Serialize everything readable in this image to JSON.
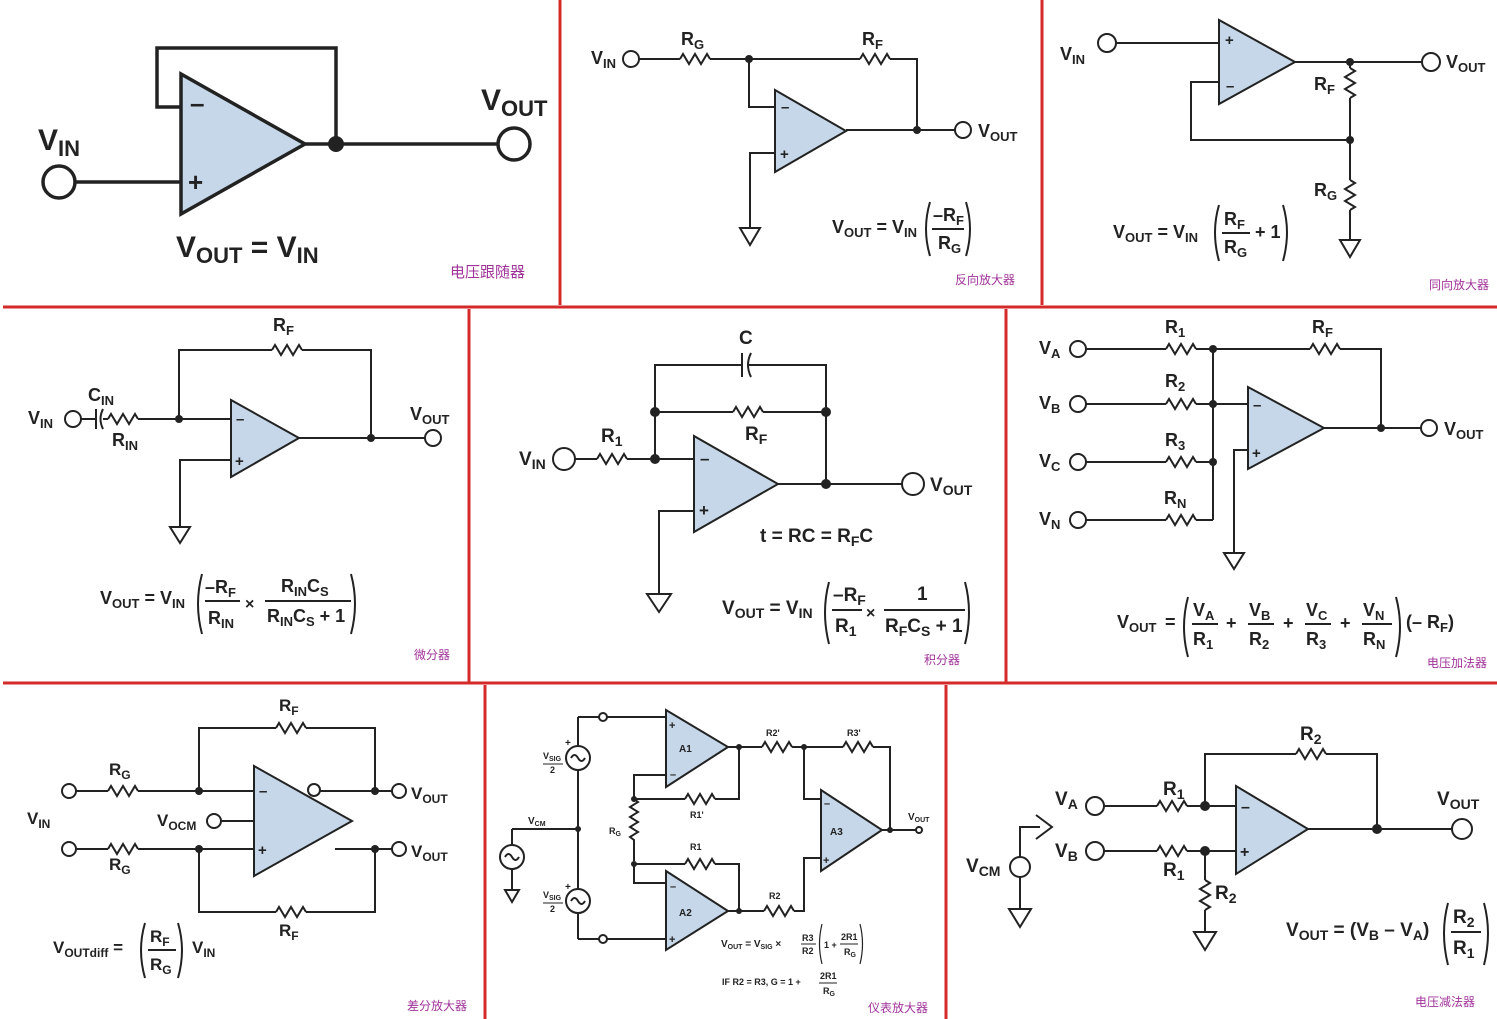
{
  "panels": {
    "follower": {
      "caption": "电压跟随器",
      "vin": "V",
      "vin_sub": "IN",
      "vout": "V",
      "vout_sub": "OUT",
      "eq": "V",
      "eq_sub1": "OUT",
      "eq_eq": " = V",
      "eq_sub2": "IN"
    },
    "inverting": {
      "caption": "反向放大器",
      "rg": "R",
      "rg_sub": "G",
      "rf": "R",
      "rf_sub": "F",
      "vin": "V",
      "vin_sub": "IN",
      "vout": "V",
      "vout_sub": "OUT",
      "eq_lhs": "V",
      "eq_lhs_sub": "OUT",
      "eq_mid": " = V",
      "eq_mid_sub": "IN",
      "eq_num": "–R",
      "eq_num_sub": "F",
      "eq_den": "R",
      "eq_den_sub": "G"
    },
    "noninverting": {
      "caption": "同向放大器",
      "vin": "V",
      "vin_sub": "IN",
      "vout": "V",
      "vout_sub": "OUT",
      "rf": "R",
      "rf_sub": "F",
      "rg": "R",
      "rg_sub": "G",
      "eq_lhs": "V",
      "eq_lhs_sub": "OUT",
      "eq_mid": " = V",
      "eq_mid_sub": "IN",
      "eq_num": "R",
      "eq_num_sub": "F",
      "eq_den": "R",
      "eq_den_sub": "G",
      "eq_plus": "+ 1"
    },
    "differentiator": {
      "caption": "微分器",
      "rf": "R",
      "rf_sub": "F",
      "cin": "C",
      "cin_sub": "IN",
      "rin": "R",
      "rin_sub": "IN",
      "vin": "V",
      "vin_sub": "IN",
      "vout": "V",
      "vout_sub": "OUT",
      "eq_lhs": "V",
      "eq_lhs_sub": "OUT",
      "eq_mid": " = V",
      "eq_mid_sub": "IN",
      "f1_num": "–R",
      "f1_num_sub": "F",
      "f1_den": "R",
      "f1_den_sub": "IN",
      "times": "×",
      "f2_num": "R",
      "f2_num_sub": "IN",
      "f2_num2": "C",
      "f2_num2_sub": "S",
      "f2_den": "R",
      "f2_den_sub": "IN",
      "f2_den2": "C",
      "f2_den2_sub": "S",
      "f2_den3": " + 1"
    },
    "integrator": {
      "caption": "积分器",
      "c": "C",
      "rf": "R",
      "rf_sub": "F",
      "r1": "R",
      "r1_sub": "1",
      "vin": "V",
      "vin_sub": "IN",
      "vout": "V",
      "vout_sub": "OUT",
      "tau": "t = RC = R",
      "tau_sub": "F",
      "tau_end": "C",
      "eq_lhs": "V",
      "eq_lhs_sub": "OUT",
      "eq_mid": " = V",
      "eq_mid_sub": "IN",
      "f1_num": "–R",
      "f1_num_sub": "F",
      "f1_den": "R",
      "f1_den_sub": "1",
      "times": "×",
      "f2_num": "1",
      "f2_den": "R",
      "f2_den_sub": "F",
      "f2_den2": "C",
      "f2_den2_sub": "S",
      "f2_den3": " + 1"
    },
    "summing": {
      "caption": "电压加法器",
      "inputs": [
        {
          "v": "V",
          "v_sub": "A",
          "r": "R",
          "r_sub": "1"
        },
        {
          "v": "V",
          "v_sub": "B",
          "r": "R",
          "r_sub": "2"
        },
        {
          "v": "V",
          "v_sub": "C",
          "r": "R",
          "r_sub": "3"
        },
        {
          "v": "V",
          "v_sub": "N",
          "r": "R",
          "r_sub": "N"
        }
      ],
      "rf": "R",
      "rf_sub": "F",
      "vout": "V",
      "vout_sub": "OUT",
      "eq_lhs": "V",
      "eq_lhs_sub": "OUT",
      "eq_eq": "=",
      "plus": "+",
      "eq_tail": "(– R",
      "eq_tail_sub": "F",
      "eq_tail_end": ")"
    },
    "differential": {
      "caption": "差分放大器",
      "rf": "R",
      "rf_sub": "F",
      "rg": "R",
      "rg_sub": "G",
      "vin": "V",
      "vin_sub": "IN",
      "vocm": "V",
      "vocm_sub": "OCM",
      "vout": "V",
      "vout_sub": "OUT",
      "eq_lhs": "V",
      "eq_lhs_sub": "OUTdiff",
      "eq_eq": " =",
      "eq_num": "R",
      "eq_num_sub": "F",
      "eq_den": "R",
      "eq_den_sub": "G",
      "eq_tail": "V",
      "eq_tail_sub": "IN"
    },
    "instrumentation": {
      "caption": "仪表放大器",
      "a1": "A1",
      "a2": "A2",
      "a3": "A3",
      "r2p": "R2'",
      "r3p": "R3'",
      "r1p": "R1'",
      "r1": "R1",
      "r2": "R2",
      "r3": "R3",
      "rg": "R",
      "rg_sub": "G",
      "vcm": "V",
      "vcm_sub": "CM",
      "vsig": "V",
      "vsig_sub": "SIG",
      "vsig_den": "2",
      "vout": "V",
      "vout_sub": "OUT",
      "eq_lhs": "V",
      "eq_lhs_sub": "OUT",
      "eq_mid": " = V",
      "eq_mid_sub": "SIG",
      "times": " ×",
      "eq_f1_num": "R3",
      "eq_f1_den": "R2",
      "eq_one": "1 +",
      "eq_f2_num": "2R1",
      "eq_f2_den": "R",
      "eq_f2_den_sub": "G",
      "cond": "IF R2 = R3, G = 1 +",
      "cond_num": "2R1",
      "cond_den": "R",
      "cond_den_sub": "G"
    },
    "subtractor": {
      "caption": "电压减法器",
      "r2": "R",
      "r2_sub": "2",
      "r1": "R",
      "r1_sub": "1",
      "va": "V",
      "va_sub": "A",
      "vb": "V",
      "vb_sub": "B",
      "vcm": "V",
      "vcm_sub": "CM",
      "vout": "V",
      "vout_sub": "OUT",
      "eq_lhs": "V",
      "eq_lhs_sub": "OUT",
      "eq_mid": " = (V",
      "eq_mid_sub": "B",
      "eq_mid2": " – V",
      "eq_mid2_sub": "A",
      "eq_mid3": ")",
      "eq_num": "R",
      "eq_num_sub": "2",
      "eq_den": "R",
      "eq_den_sub": "1"
    }
  }
}
